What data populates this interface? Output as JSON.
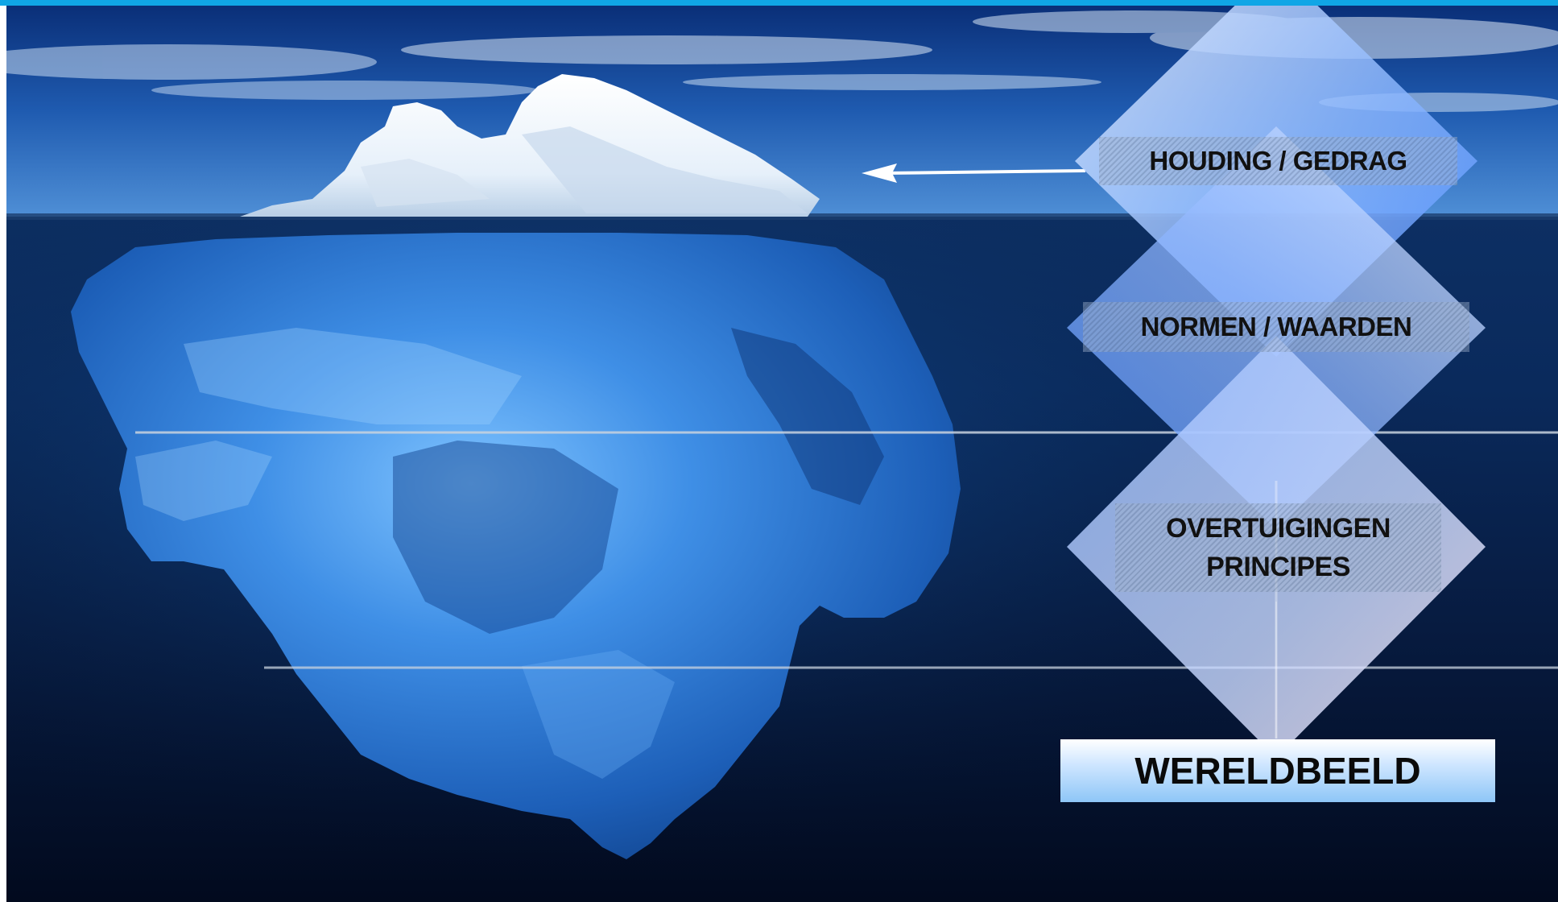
{
  "diagram": {
    "levels": [
      {
        "lines": [
          "HOUDING / GEDRAG"
        ]
      },
      {
        "lines": [
          "NORMEN / WAARDEN"
        ]
      },
      {
        "lines": [
          "OVERTUIGINGEN",
          "PRINCIPES"
        ]
      }
    ],
    "base_label": "WERELDBEELD"
  },
  "colors": {
    "top_bar": "#10a6e6",
    "sky_top": "#0a2f78",
    "sea_deep": "#020a1e",
    "diamond_light": "#dce9ff",
    "diamond_blue": "#5f9bff",
    "label_text": "#111111"
  },
  "icons": {
    "arrow": "arrow-left-icon"
  }
}
